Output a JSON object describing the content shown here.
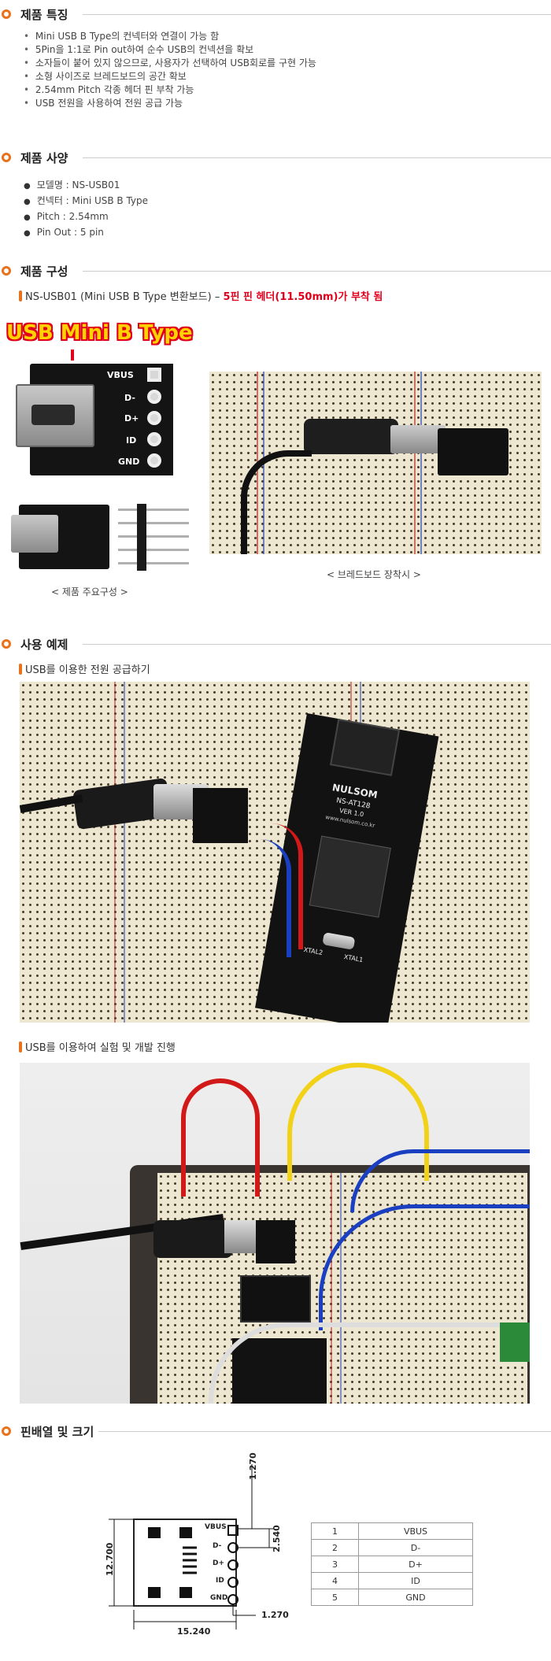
{
  "sections": {
    "features_title": "제품 특징",
    "specs_title": "제품 사양",
    "composition_title": "제품 구성",
    "examples_title": "사용 예제",
    "pinout_title": "핀배열 및 크기"
  },
  "features": [
    "Mini USB B Type의 컨넥터와 연결이 가능 함",
    "5Pin을 1:1로 Pin out하여 순수 USB의 컨넥션을 확보",
    "소자들이 붙어 있지 않으므로, 사용자가 선택하여 USB회로를 구현 가능",
    "소형 사이즈로 브레드보드의 공간 확보",
    "2.54mm Pitch 각종 헤더 핀 부착 가능",
    "USB 전원을 사용하여 전원 공급 가능"
  ],
  "specs": [
    "모델명 : NS-USB01",
    "컨넥터 : Mini USB B Type",
    "Pitch : 2.54mm",
    "Pin Out : 5 pin"
  ],
  "composition": {
    "product_name": "NS-USB01 (Mini USB B Type 변환보드)",
    "dash": " – ",
    "header_note": "5핀 핀 헤더(11.50mm)가 부착 됨",
    "usb_label": "USB Mini B Type",
    "caption_main": "< 제품 주요구성 >",
    "caption_breadboard": "< 브레드보드 장착시 >",
    "pins": [
      "VBUS",
      "D-",
      "D+",
      "ID",
      "GND"
    ]
  },
  "examples": {
    "power_title": "USB를 이용한 전원 공급하기",
    "dev_title": "USB를 이용하여 실험 및 개발 진행",
    "mcu_board": {
      "brand": "NULSOM",
      "model": "NS-AT128",
      "ver": "VER 1.0",
      "url": "www.nulsom.co.kr",
      "xtal1": "XTAL1",
      "xtal2": "XTAL2"
    }
  },
  "dimensions": {
    "width": "15.240",
    "height": "12.700",
    "pitch": "2.540",
    "top_offset": "1.270",
    "bottom_offset": "1.270",
    "pins": [
      "VBUS",
      "D-",
      "D+",
      "ID",
      "GND"
    ]
  },
  "pin_table": [
    {
      "no": "1",
      "name": "VBUS"
    },
    {
      "no": "2",
      "name": "D-"
    },
    {
      "no": "3",
      "name": "D+"
    },
    {
      "no": "4",
      "name": "ID"
    },
    {
      "no": "5",
      "name": "GND"
    }
  ],
  "colors": {
    "accent": "#e8731c",
    "highlight": "#e0001c",
    "label_yellow": "#ffd200"
  }
}
